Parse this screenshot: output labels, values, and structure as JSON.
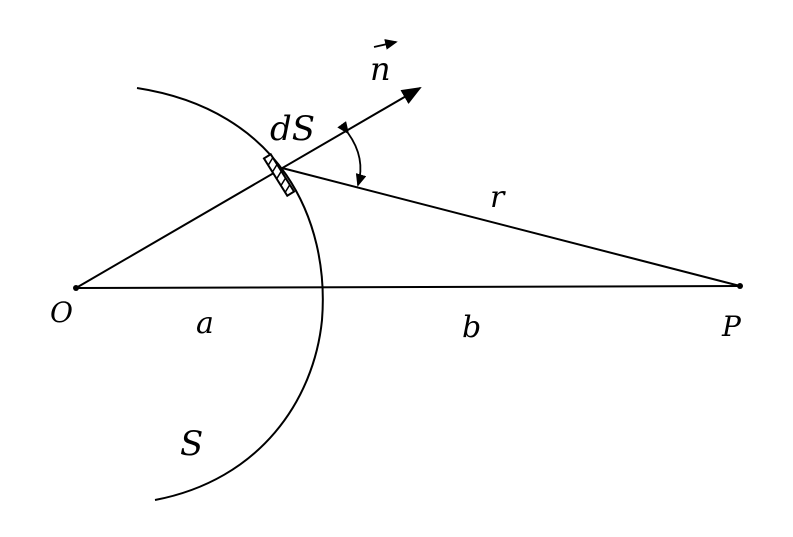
{
  "labels": {
    "origin": "O",
    "point": "P",
    "segment_a": "a",
    "segment_b": "b",
    "distance": "r",
    "surface": "S",
    "element": "dS",
    "normal": "n"
  },
  "colors": {
    "ink": "#000000",
    "background": "#ffffff"
  }
}
